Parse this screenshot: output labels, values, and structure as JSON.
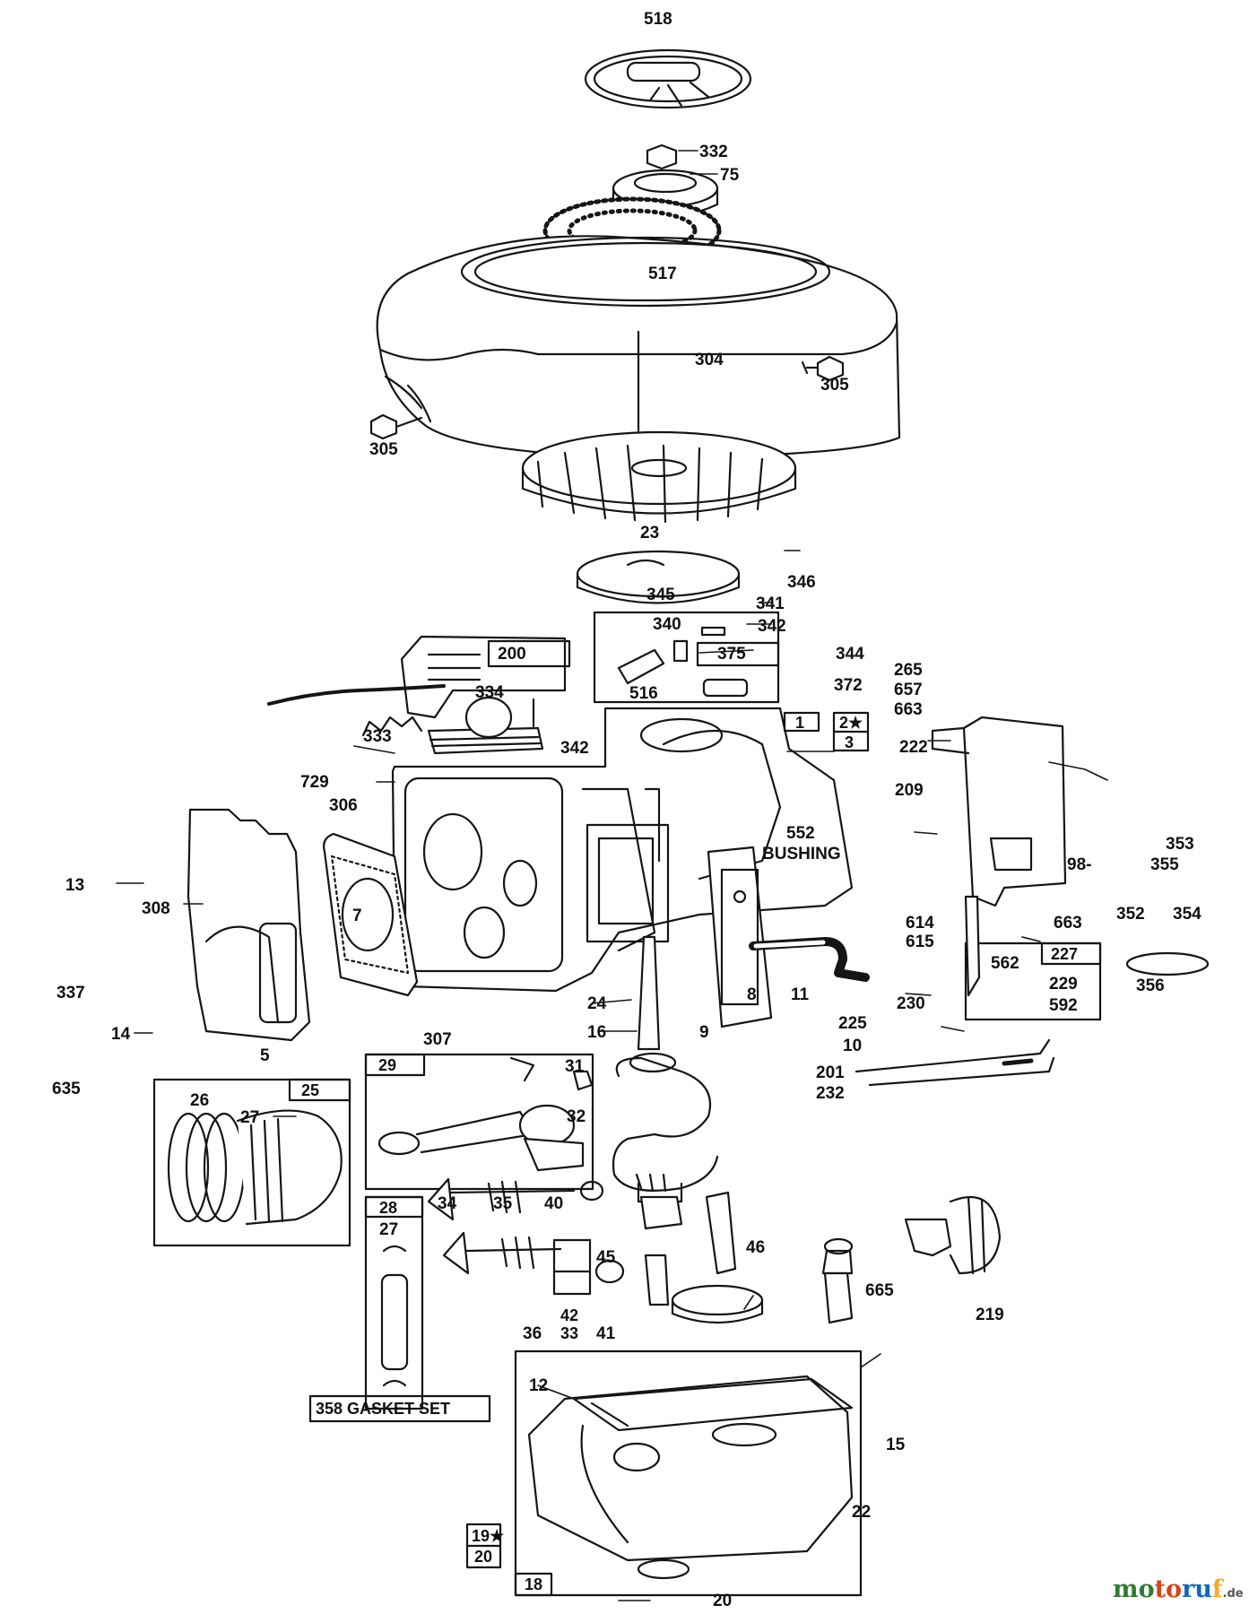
{
  "labels": {
    "l518": "518",
    "l332": "332",
    "l75": "75",
    "l517": "517",
    "l304": "304",
    "l305a": "305",
    "l305b": "305",
    "l23": "23",
    "l346": "346",
    "l345": "345",
    "l341": "341",
    "l340": "340",
    "l342a": "342",
    "l375": "375",
    "l344": "344",
    "l516": "516",
    "l372": "372",
    "l200": "200",
    "l265": "265",
    "l657": "657",
    "l663a": "663",
    "l334": "334",
    "l333": "333",
    "l342b": "342",
    "l1": "1",
    "l2": "2★",
    "l3": "3",
    "l222": "222",
    "l729": "729",
    "l209": "209",
    "l306": "306",
    "l552": "552",
    "lbushing": "BUSHING",
    "l353": "353",
    "l98": "98-",
    "l355": "355",
    "l13": "13",
    "l308": "308",
    "l7": "7",
    "l663b": "663",
    "l352": "352",
    "l354": "354",
    "l614": "614",
    "l615": "615",
    "l562": "562",
    "l227": "227",
    "l337": "337",
    "l8": "8",
    "l11": "11",
    "l229": "229",
    "l592": "592",
    "l356": "356",
    "l24": "24",
    "l230": "230",
    "l9": "9",
    "l225": "225",
    "l14": "14",
    "l16": "16",
    "l307": "307",
    "l5": "5",
    "l10": "10",
    "l201": "201",
    "l635": "635",
    "l232": "232",
    "l29": "29",
    "l31": "31",
    "l25": "25",
    "l26": "26",
    "l27a": "27",
    "l32": "32",
    "l28": "28",
    "l34": "34",
    "l35": "35",
    "l40": "40",
    "l27b": "27",
    "l45": "45",
    "l46": "46",
    "l665": "665",
    "l219": "219",
    "l42": "42",
    "l33": "33",
    "l36": "36",
    "l41": "41",
    "l12": "12",
    "l358": "358 GASKET SET",
    "l15": "15",
    "l22": "22",
    "l19": "19★",
    "l20a": "20",
    "l18": "18",
    "l20b": "20"
  },
  "watermark": {
    "p1": "mo",
    "p2": "to",
    "p3": "ru",
    "p4": "f",
    "tld": ".de"
  },
  "icons": {
    "rope": "starter-rope-icon",
    "housing": "blower-housing-icon",
    "flywheel": "flywheel-icon",
    "cylinder": "cylinder-block-icon",
    "crankshaft": "crankshaft-icon",
    "sump": "oil-sump-icon"
  }
}
